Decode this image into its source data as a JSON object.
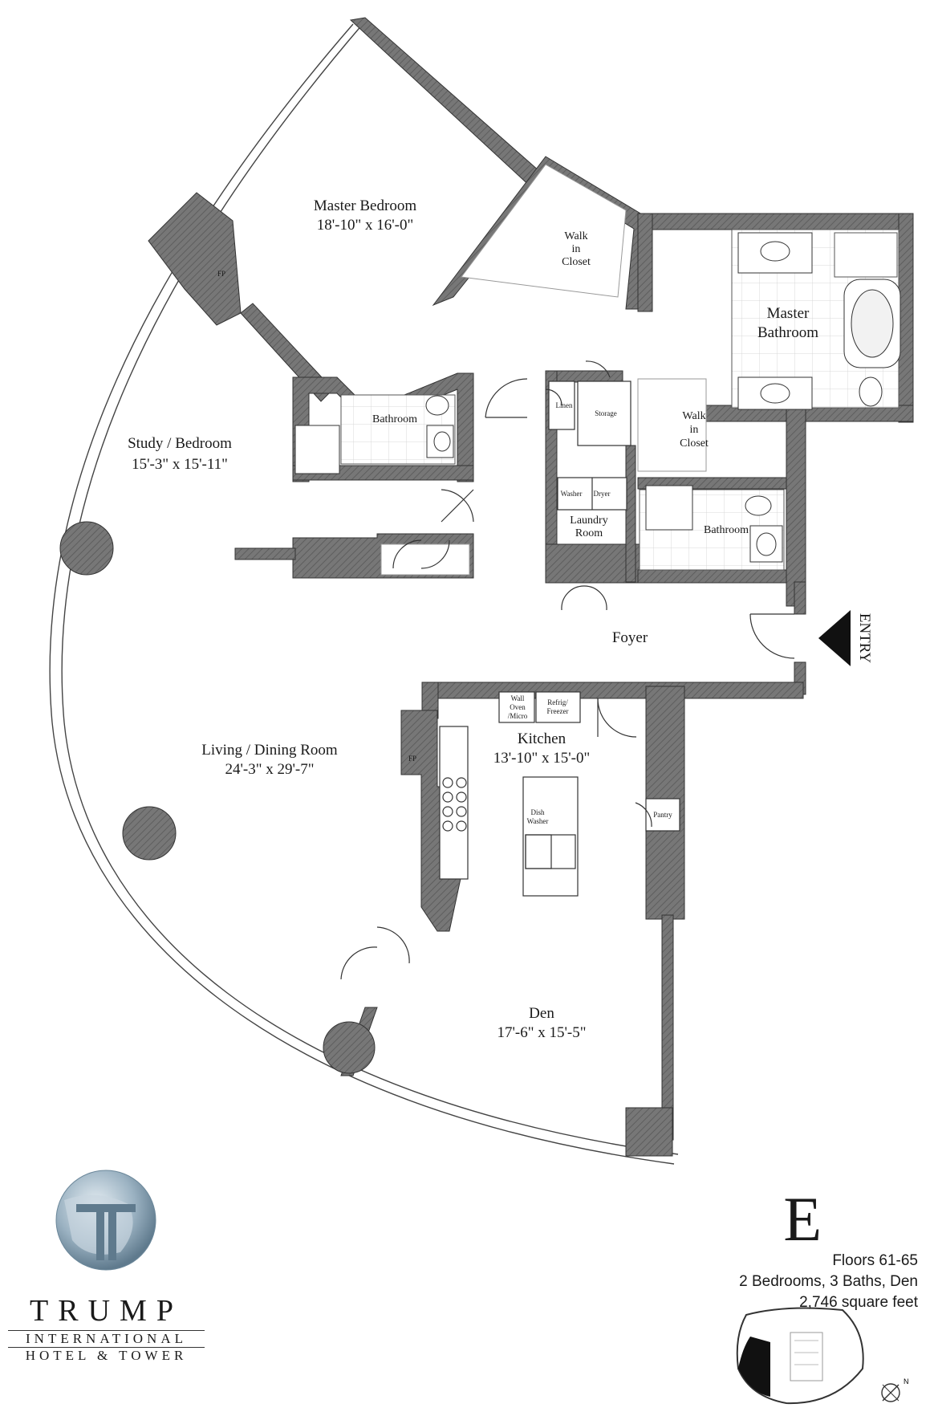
{
  "rooms": {
    "master_bedroom": {
      "name": "Master Bedroom",
      "size": "18'-10\" x 16'-0\""
    },
    "walk_in_closet_master": {
      "line1": "Walk",
      "line2": "in",
      "line3": "Closet"
    },
    "master_bathroom": {
      "line1": "Master",
      "line2": "Bathroom"
    },
    "fp_bedroom": "FP",
    "study_bedroom": {
      "name": "Study / Bedroom",
      "size": "15'-3\" x 15'-11\""
    },
    "bathroom_study": "Bathroom",
    "linen": "Linen",
    "storage": "Storage",
    "walk_in_closet_hall": {
      "line1": "Walk",
      "line2": "in",
      "line3": "Closet"
    },
    "washer": "Washer",
    "dryer": "Dryer",
    "laundry_room": {
      "line1": "Laundry",
      "line2": "Room"
    },
    "bathroom_hall": "Bathroom",
    "foyer": "Foyer",
    "entry": "ENTRY",
    "wall_oven": {
      "line1": "Wall",
      "line2": "Oven",
      "line3": "/Micro"
    },
    "refrig": {
      "line1": "Refrig/",
      "line2": "Freezer"
    },
    "kitchen": {
      "name": "Kitchen",
      "size": "13'-10\" x 15'-0\""
    },
    "fp_living": "FP",
    "living_dining": {
      "name": "Living / Dining Room",
      "size": "24'-3\" x 29'-7\""
    },
    "dish_washer": {
      "line1": "Dish",
      "line2": "Washer"
    },
    "pantry": "Pantry",
    "den": {
      "name": "Den",
      "size": "17'-6\" x 15'-5\""
    }
  },
  "unit": {
    "letter": "E",
    "floors": "Floors 61-65",
    "rooms_summary": "2 Bedrooms, 3 Baths, Den",
    "area": "2,746 square feet"
  },
  "brand": {
    "main": "TRUMP",
    "sub1": "INTERNATIONAL",
    "sub2": "HOTEL & TOWER"
  },
  "compass": {
    "north_label": "N"
  },
  "colors": {
    "wall": "#6e6e6e",
    "wall_dark": "#555555",
    "line": "#333333",
    "globe": "#8fa7b8"
  }
}
